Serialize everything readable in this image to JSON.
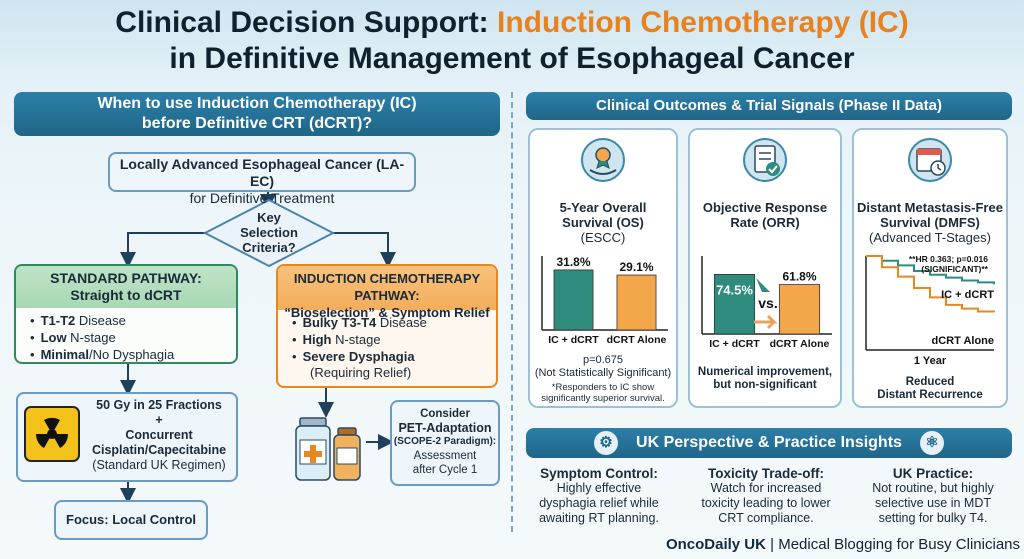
{
  "title": {
    "line1_main": "Clinical Decision Support: ",
    "line1_accent": "Induction Chemotherapy (IC)",
    "line2": "in Definitive Management of Esophageal Cancer"
  },
  "left": {
    "header_line1": "When to use Induction Chemotherapy (IC)",
    "header_line2": "before Definitive CRT (dCRT)?",
    "ec_line1": "Locally Advanced Esophageal Cancer (LA-EC)",
    "ec_line2": "for Definitive Treatment",
    "diamond_line1": "Key",
    "diamond_line2": "Selection",
    "diamond_line3": "Criteria?",
    "standard": {
      "head_line1": "STANDARD PATHWAY:",
      "head_line2": "Straight to dCRT",
      "items": [
        {
          "bold": "T1-T2",
          "rest": " Disease"
        },
        {
          "bold": "Low",
          "rest": " N-stage"
        },
        {
          "bold": "Minimal",
          "rest": "/No Dysphagia"
        }
      ]
    },
    "induction": {
      "head_line1": "INDUCTION CHEMOTHERAPY PATHWAY:",
      "head_line2": "“Bioselection” & Symptom Relief",
      "items": [
        {
          "bold": "Bulky T3-T4",
          "rest": " Disease"
        },
        {
          "bold": "High",
          "rest": " N-stage"
        },
        {
          "bold": "Severe Dysphagia",
          "rest": ""
        }
      ],
      "items_extra": "(Requiring Relief)"
    },
    "dose": {
      "line1": "50 Gy in 25 Fractions",
      "plus": "+",
      "line2": "Concurrent",
      "line3": "Cisplatin/Capecitabine",
      "line4": "(Standard UK Regimen)"
    },
    "focus": "Focus: Local Control",
    "pet": {
      "line1": "Consider",
      "line2": "PET-Adaptation",
      "line3": "(SCOPE-2 Paradigm):",
      "line4": "Assessment",
      "line5": "after Cycle 1"
    }
  },
  "right": {
    "header": "Clinical Outcomes & Trial Signals (Phase II Data)",
    "os": {
      "title_line1": "5-Year Overall",
      "title_line2": "Survival (OS)",
      "sub": "(ESCC)",
      "pvalue": "p=0.675",
      "note": "(Not Statistically Significant)",
      "footnote_line1": "*Responders to IC show",
      "footnote_line2": "significantly superior survival."
    },
    "orr": {
      "title_line1": "Objective Response",
      "title_line2": "Rate (ORR)",
      "vs": "vs.",
      "note_line1": "Numerical improvement,",
      "note_line2": "but non-significant"
    },
    "dmfs": {
      "title_line1": "Distant Metastasis-Free",
      "title_line2": "Survival (DMFS)",
      "sub": "(Advanced T-Stages)",
      "hr_line1": "**HR 0.363; p=0.016",
      "hr_line2": "(SIGNIFICANT)**",
      "series1": "IC + dCRT",
      "series2": "dCRT Alone",
      "xtick": "1 Year",
      "note_line1": "Reduced",
      "note_line2": "Distant Recurrence"
    }
  },
  "uk": {
    "header": "UK Perspective & Practice Insights",
    "cols": [
      {
        "title": "Symptom Control:",
        "l1": "Highly effective",
        "l2": "dysphagia relief while",
        "l3": "awaiting RT planning."
      },
      {
        "title": "Toxicity Trade-off:",
        "l1": "Watch for increased",
        "l2": "toxicity leading to lower",
        "l3": "CRT compliance."
      },
      {
        "title": "UK Practice:",
        "l1": "Not routine, but highly",
        "l2": "selective use in MDT",
        "l3": "setting for bulky T4."
      }
    ]
  },
  "footer": {
    "brand": "OncoDaily UK",
    "sep": " | ",
    "tag": "Medical Blogging for Busy Clinicians"
  },
  "chart_data": [
    {
      "type": "bar",
      "title": "5-Year Overall Survival (OS)",
      "categories": [
        "IC + dCRT",
        "dCRT Alone"
      ],
      "values": [
        31.8,
        29.1
      ],
      "value_labels": [
        "31.8%",
        "29.1%"
      ],
      "colors": [
        "#2e8b7d",
        "#f4a64a"
      ]
    },
    {
      "type": "bar",
      "title": "Objective Response Rate (ORR)",
      "categories": [
        "IC + dCRT",
        "dCRT Alone"
      ],
      "values": [
        74.5,
        61.8
      ],
      "value_labels": [
        "74.5%",
        "61.8%"
      ],
      "colors": [
        "#2e8b7d",
        "#f4a64a"
      ]
    },
    {
      "type": "line",
      "title": "Distant Metastasis-Free Survival (DMFS)",
      "series": [
        {
          "name": "IC + dCRT",
          "color": "#2e8b7d",
          "y": [
            1.0,
            0.95,
            0.9,
            0.84,
            0.8,
            0.77,
            0.74,
            0.72,
            0.7
          ]
        },
        {
          "name": "dCRT Alone",
          "color": "#e8871f",
          "y": [
            1.0,
            0.88,
            0.78,
            0.66,
            0.56,
            0.48,
            0.44,
            0.41,
            0.4
          ]
        }
      ]
    }
  ]
}
